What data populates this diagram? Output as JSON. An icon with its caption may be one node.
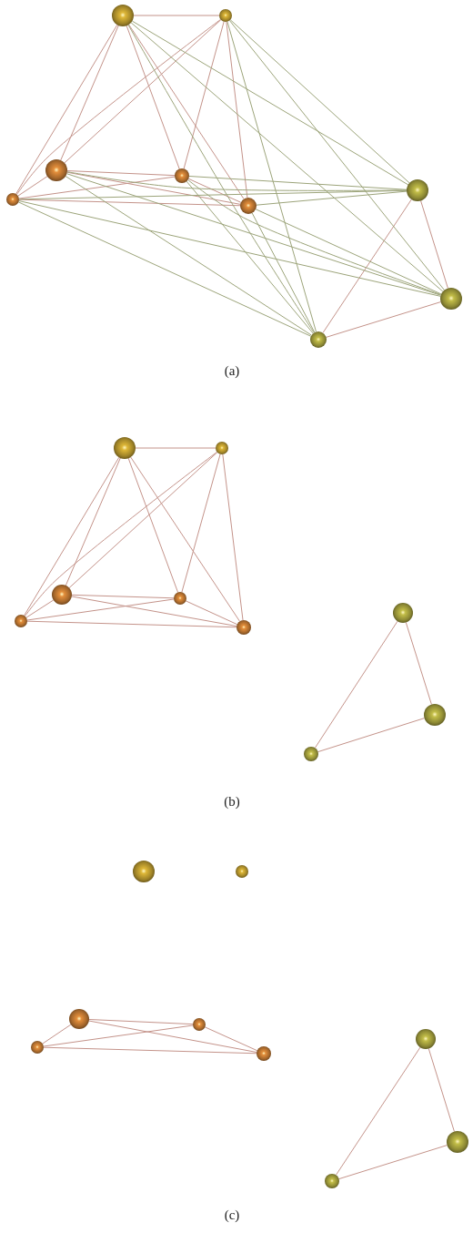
{
  "diagram": {
    "nodes": [
      {
        "text": [],
        "shape": "sphere"
      },
      {
        "text": [],
        "shape": "sphere"
      },
      {
        "text": [],
        "shape": "sphere"
      },
      {
        "text": [],
        "shape": "sphere"
      },
      {
        "text": [],
        "shape": "sphere"
      },
      {
        "text": [],
        "shape": "sphere"
      },
      {
        "text": [],
        "shape": "sphere"
      },
      {
        "text": [],
        "shape": "sphere"
      },
      {
        "text": [],
        "shape": "sphere"
      },
      {
        "text": [],
        "shape": "sphere"
      },
      {
        "text": [],
        "shape": "sphere"
      },
      {
        "text": [],
        "shape": "sphere"
      },
      {
        "text": [],
        "shape": "sphere"
      },
      {
        "text": [],
        "shape": "sphere"
      },
      {
        "text": [],
        "shape": "sphere"
      },
      {
        "text": [],
        "shape": "sphere"
      },
      {
        "text": [],
        "shape": "sphere"
      },
      {
        "text": [],
        "shape": "sphere"
      },
      {
        "text": [],
        "shape": "sphere"
      },
      {
        "text": [],
        "shape": "sphere"
      },
      {
        "text": [],
        "shape": "sphere"
      },
      {
        "text": [],
        "shape": "sphere"
      },
      {
        "text": [],
        "shape": "sphere"
      },
      {
        "text": [],
        "shape": "sphere"
      },
      {
        "text": [],
        "shape": "sphere"
      },
      {
        "text": [],
        "shape": "sphere"
      },
      {
        "text": [],
        "shape": "sphere"
      }
    ],
    "edges": [
      {
        "from": 0,
        "to": 1,
        "arrow": "none"
      },
      {
        "from": 0,
        "to": 2,
        "arrow": "none"
      },
      {
        "from": 0,
        "to": 3,
        "arrow": "none"
      },
      {
        "from": 0,
        "to": 5,
        "arrow": "none"
      },
      {
        "from": 0,
        "to": 6,
        "arrow": "none"
      },
      {
        "from": 1,
        "to": 2,
        "arrow": "none"
      },
      {
        "from": 1,
        "to": 3,
        "arrow": "none"
      },
      {
        "from": 1,
        "to": 5,
        "arrow": "none"
      },
      {
        "from": 1,
        "to": 6,
        "arrow": "none"
      },
      {
        "from": 2,
        "to": 3,
        "arrow": "none"
      },
      {
        "from": 2,
        "to": 5,
        "arrow": "none"
      },
      {
        "from": 2,
        "to": 6,
        "arrow": "none"
      },
      {
        "from": 3,
        "to": 5,
        "arrow": "none"
      },
      {
        "from": 3,
        "to": 6,
        "arrow": "none"
      },
      {
        "from": 5,
        "to": 6,
        "arrow": "none"
      },
      {
        "from": 4,
        "to": 7,
        "arrow": "none"
      },
      {
        "from": 4,
        "to": 8,
        "arrow": "none"
      },
      {
        "from": 7,
        "to": 8,
        "arrow": "none"
      },
      {
        "from": 0,
        "to": 4,
        "arrow": "none",
        "color": "#9ca47a"
      },
      {
        "from": 0,
        "to": 7,
        "arrow": "none",
        "color": "#9ca47a"
      },
      {
        "from": 0,
        "to": 8,
        "arrow": "none",
        "color": "#9ca47a"
      },
      {
        "from": 1,
        "to": 4,
        "arrow": "none",
        "color": "#9ca47a"
      },
      {
        "from": 1,
        "to": 7,
        "arrow": "none",
        "color": "#9ca47a"
      },
      {
        "from": 1,
        "to": 8,
        "arrow": "none",
        "color": "#9ca47a"
      },
      {
        "from": 2,
        "to": 4,
        "arrow": "none",
        "color": "#9ca47a"
      },
      {
        "from": 2,
        "to": 7,
        "arrow": "none",
        "color": "#9ca47a"
      },
      {
        "from": 2,
        "to": 8,
        "arrow": "none",
        "color": "#9ca47a"
      },
      {
        "from": 3,
        "to": 4,
        "arrow": "none",
        "color": "#9ca47a"
      },
      {
        "from": 3,
        "to": 7,
        "arrow": "none",
        "color": "#9ca47a"
      },
      {
        "from": 3,
        "to": 8,
        "arrow": "none",
        "color": "#9ca47a"
      },
      {
        "from": 5,
        "to": 4,
        "arrow": "none",
        "color": "#9ca47a"
      },
      {
        "from": 5,
        "to": 7,
        "arrow": "none",
        "color": "#9ca47a"
      },
      {
        "from": 5,
        "to": 8,
        "arrow": "none",
        "color": "#9ca47a"
      },
      {
        "from": 6,
        "to": 4,
        "arrow": "none",
        "color": "#9ca47a"
      },
      {
        "from": 6,
        "to": 7,
        "arrow": "none",
        "color": "#9ca47a"
      },
      {
        "from": 6,
        "to": 8,
        "arrow": "none",
        "color": "#9ca47a"
      },
      {
        "from": 9,
        "to": 10,
        "arrow": "none"
      },
      {
        "from": 9,
        "to": 11,
        "arrow": "none"
      },
      {
        "from": 9,
        "to": 12,
        "arrow": "none"
      },
      {
        "from": 9,
        "to": 14,
        "arrow": "none"
      },
      {
        "from": 9,
        "to": 15,
        "arrow": "none"
      },
      {
        "from": 10,
        "to": 11,
        "arrow": "none"
      },
      {
        "from": 10,
        "to": 12,
        "arrow": "none"
      },
      {
        "from": 10,
        "to": 14,
        "arrow": "none"
      },
      {
        "from": 10,
        "to": 15,
        "arrow": "none"
      },
      {
        "from": 11,
        "to": 12,
        "arrow": "none"
      },
      {
        "from": 11,
        "to": 14,
        "arrow": "none"
      },
      {
        "from": 11,
        "to": 15,
        "arrow": "none"
      },
      {
        "from": 12,
        "to": 14,
        "arrow": "none"
      },
      {
        "from": 12,
        "to": 15,
        "arrow": "none"
      },
      {
        "from": 14,
        "to": 15,
        "arrow": "none"
      },
      {
        "from": 13,
        "to": 16,
        "arrow": "none"
      },
      {
        "from": 13,
        "to": 17,
        "arrow": "none"
      },
      {
        "from": 16,
        "to": 17,
        "arrow": "none"
      },
      {
        "from": 20,
        "to": 21,
        "arrow": "none"
      },
      {
        "from": 20,
        "to": 23,
        "arrow": "none"
      },
      {
        "from": 20,
        "to": 24,
        "arrow": "none"
      },
      {
        "from": 21,
        "to": 23,
        "arrow": "none"
      },
      {
        "from": 21,
        "to": 24,
        "arrow": "none"
      },
      {
        "from": 23,
        "to": 24,
        "arrow": "none"
      },
      {
        "from": 22,
        "to": 25,
        "arrow": "none"
      },
      {
        "from": 22,
        "to": 26,
        "arrow": "none"
      },
      {
        "from": 25,
        "to": 26,
        "arrow": "none"
      }
    ],
    "labels": [
      "(a)",
      "(b)",
      "(c)"
    ]
  }
}
